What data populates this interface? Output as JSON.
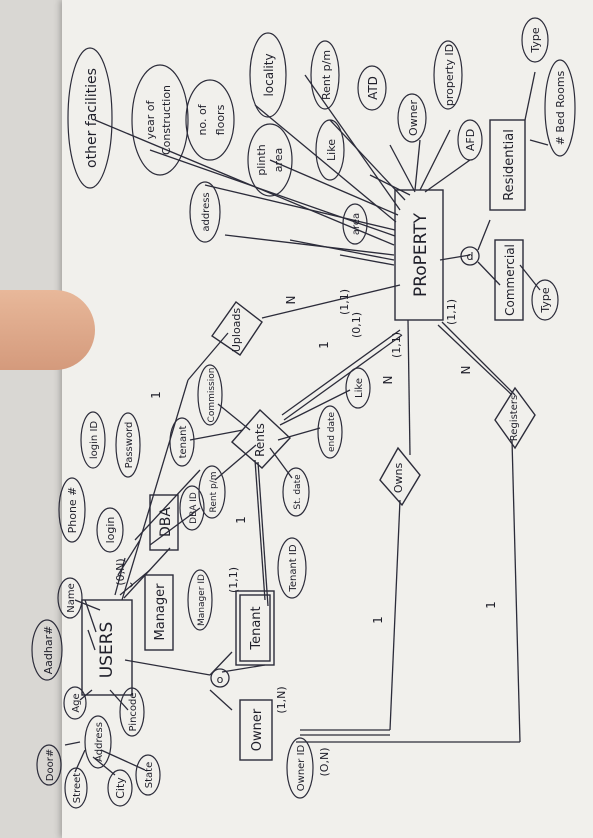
{
  "entities": {
    "users": "USERS",
    "property": "PRoPERTY",
    "tenant": "Tenant",
    "owner": "Owner",
    "manager": "Manager",
    "dba": "DBA",
    "commercial": "Commercial",
    "residential": "Residential"
  },
  "relationships": {
    "rents": "Rents",
    "uploads": "Uploads",
    "owns": "Owns",
    "registers": "Registers"
  },
  "attributes": {
    "aadhar": "Aadhar#",
    "name": "Name",
    "age": "Age",
    "address": "Address",
    "pincode": "Pincode",
    "door": "Door#",
    "street": "Street",
    "city": "City",
    "state": "State",
    "phone": "Phone #",
    "login": "login",
    "login_id": "login ID",
    "password": "Password",
    "dba_id": "DBA ID",
    "manager_id": "Manager ID",
    "tenant_id": "Tenant ID",
    "owner_id": "Owner ID",
    "tenant": "tenant",
    "commission": "Commission",
    "rent_pm": "Rent p/m",
    "st_date": "St. date",
    "end_date": "end date",
    "like_rel": "Like",
    "other_facilities": "other facilities",
    "year_construction_1": "year of",
    "year_construction_2": "Construction",
    "no_floors_1": "no. of",
    "no_floors_2": "floors",
    "locality": "locality",
    "plinth_area_1": "plinth",
    "plinth_area_2": "area",
    "address_prop": "address",
    "area": "area",
    "like_prop": "Like",
    "rent_pm_prop": "Rent p/m",
    "atd": "ATD",
    "owner": "Owner",
    "property_id": "property ID",
    "afd": "AFD",
    "type_res": "Type",
    "bed_rooms": "# Bed Rooms",
    "type_com": "Type"
  },
  "cardinalities": {
    "owner_min": "(1,N)",
    "owner_max": "(O,N)",
    "tenant": "(1,1)",
    "manager": "(0,N)",
    "users_uploads": "1",
    "uploads_prop": "N",
    "prop_uploads": "(1,1)",
    "rents_tenant": "1",
    "rents_prop": "1",
    "prop_rents": "(0,1)",
    "owns_owner": "1",
    "owns_prop": "N",
    "prop_owns": "(1,1)",
    "reg_owner": "1",
    "reg_prop": "N",
    "prop_reg": "(1,1)"
  },
  "symbols": {
    "disjoint_users": "o",
    "disjoint_property": "d",
    "subset_arrow": "⌄"
  }
}
